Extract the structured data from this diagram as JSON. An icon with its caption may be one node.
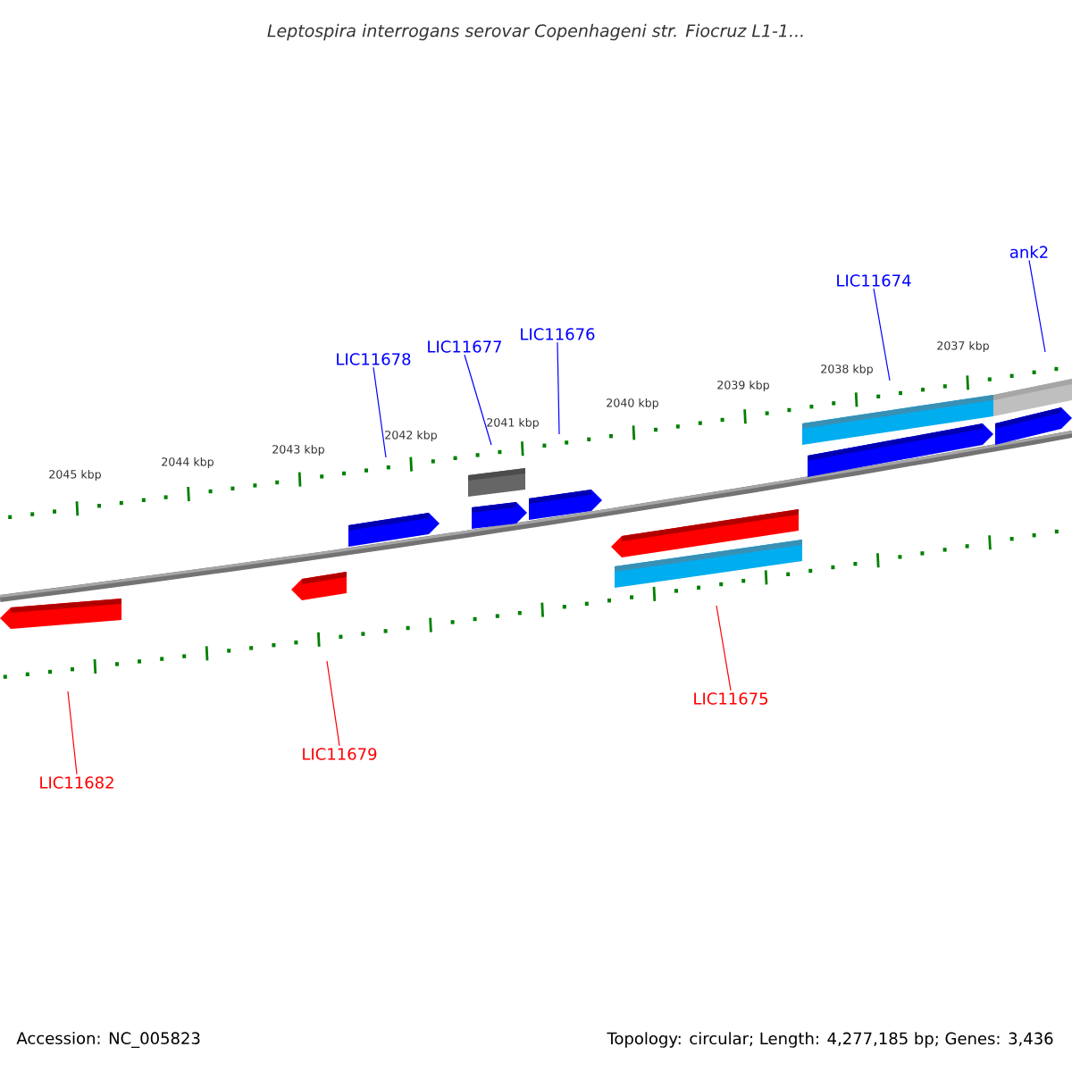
{
  "diagram": {
    "title": "Leptospira interrogans serovar Copenhageni str. Fiocruz L1-1...",
    "nodes": [
      {
        "text": [
          "LIC11678"
        ]
      },
      {
        "text": [
          "LIC11677"
        ]
      },
      {
        "text": [
          "LIC11676"
        ]
      },
      {
        "text": [
          "LIC11674"
        ]
      },
      {
        "text": [
          "ank2"
        ]
      },
      {
        "text": [
          "LIC11682"
        ]
      },
      {
        "text": [
          "LIC11679"
        ]
      },
      {
        "text": [
          "LIC11675"
        ]
      }
    ],
    "edges": [
      {
        "from": 0,
        "to": null,
        "arrow": "none",
        "color": "#0000ff"
      },
      {
        "from": 1,
        "to": null,
        "arrow": "none",
        "color": "#0000ff"
      },
      {
        "from": 2,
        "to": null,
        "arrow": "none",
        "color": "#0000ff"
      },
      {
        "from": 3,
        "to": null,
        "arrow": "none",
        "color": "#0000ff"
      },
      {
        "from": 4,
        "to": null,
        "arrow": "none",
        "color": "#0000ff"
      },
      {
        "from": 5,
        "to": null,
        "arrow": "none",
        "color": "#ff0000"
      },
      {
        "from": 6,
        "to": null,
        "arrow": "none",
        "color": "#ff0000"
      },
      {
        "from": 7,
        "to": null,
        "arrow": "none",
        "color": "#ff0000"
      }
    ],
    "labels": [
      "2045 kbp",
      "2044 kbp",
      "2043 kbp",
      "2042 kbp",
      "2041 kbp",
      "2040 kbp",
      "2039 kbp",
      "2038 kbp",
      "2037 kbp",
      "Accession: NC_005823",
      "Topology: circular; Length: 4,277,185 bp; Genes: 3,436"
    ]
  }
}
